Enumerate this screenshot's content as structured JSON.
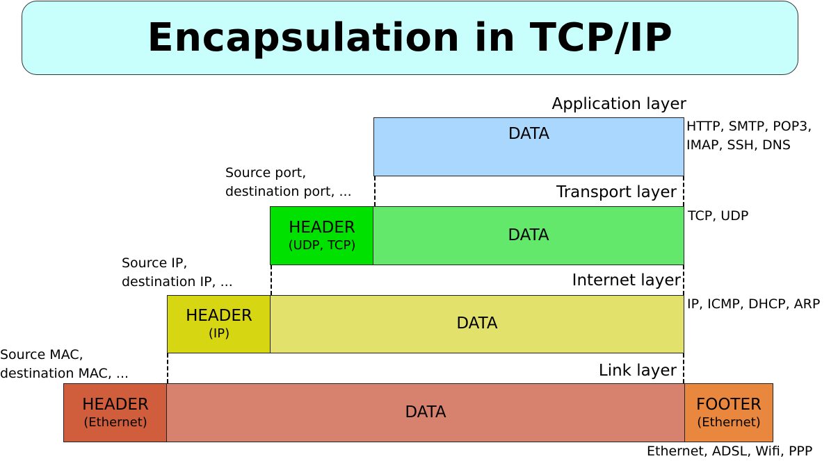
{
  "title": "Encapsulation in TCP/IP",
  "colors": {
    "title_bg": "#c8fffc",
    "application_data": "#aad7fd",
    "transport_header": "#00e100",
    "transport_data": "#64e86c",
    "internet_header": "#d6d613",
    "internet_data": "#e1e16c",
    "link_header": "#d05e3c",
    "link_data": "#d6826e",
    "link_footer": "#e8873d"
  },
  "layers": {
    "application": {
      "label": "Application layer",
      "data_label": "DATA",
      "protocols_line1": "HTTP, SMTP, POP3,",
      "protocols_line2": "IMAP, SSH, DNS"
    },
    "transport": {
      "label": "Transport layer",
      "header_label": "HEADER",
      "header_sub": "(UDP, TCP)",
      "data_label": "DATA",
      "protocols": "TCP, UDP",
      "header_note_line1": "Source port,",
      "header_note_line2": "destination port, ..."
    },
    "internet": {
      "label": "Internet layer",
      "header_label": "HEADER",
      "header_sub": "(IP)",
      "data_label": "DATA",
      "protocols": "IP, ICMP, DHCP, ARP",
      "header_note_line1": "Source IP,",
      "header_note_line2": "destination IP, ..."
    },
    "link": {
      "label": "Link layer",
      "header_label": "HEADER",
      "header_sub": "(Ethernet)",
      "data_label": "DATA",
      "footer_label": "FOOTER",
      "footer_sub": "(Ethernet)",
      "protocols": "Ethernet, ADSL, Wifi, PPP",
      "header_note_line1": "Source MAC,",
      "header_note_line2": "destination MAC, ..."
    }
  }
}
